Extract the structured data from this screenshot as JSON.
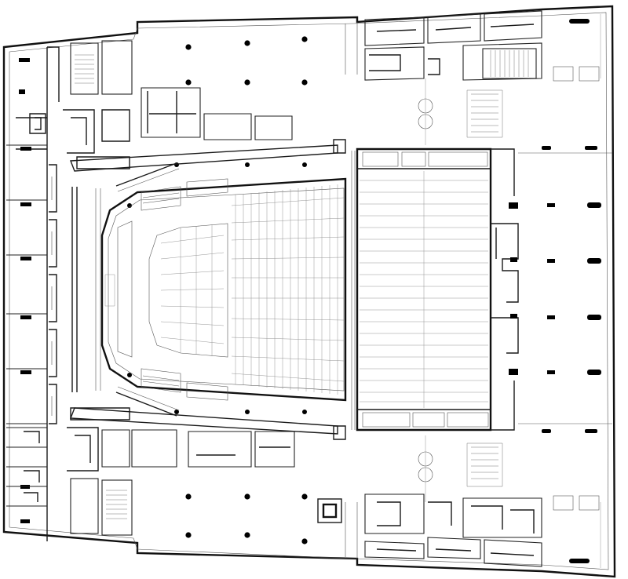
{
  "drawing": {
    "kind": "architectural-floor-plan",
    "labels": []
  },
  "layers": {
    "wall_color": "#1a1a1a",
    "thin_line_color": "#555555",
    "hairline_color": "#8a8a8a",
    "column_color": "#000000",
    "background": "#ffffff"
  },
  "elements": {
    "auditorium_rows": 16,
    "stage_slats": 22,
    "grid_columns_north": 6,
    "grid_columns_south": 6,
    "stage_side_piers": 12
  }
}
